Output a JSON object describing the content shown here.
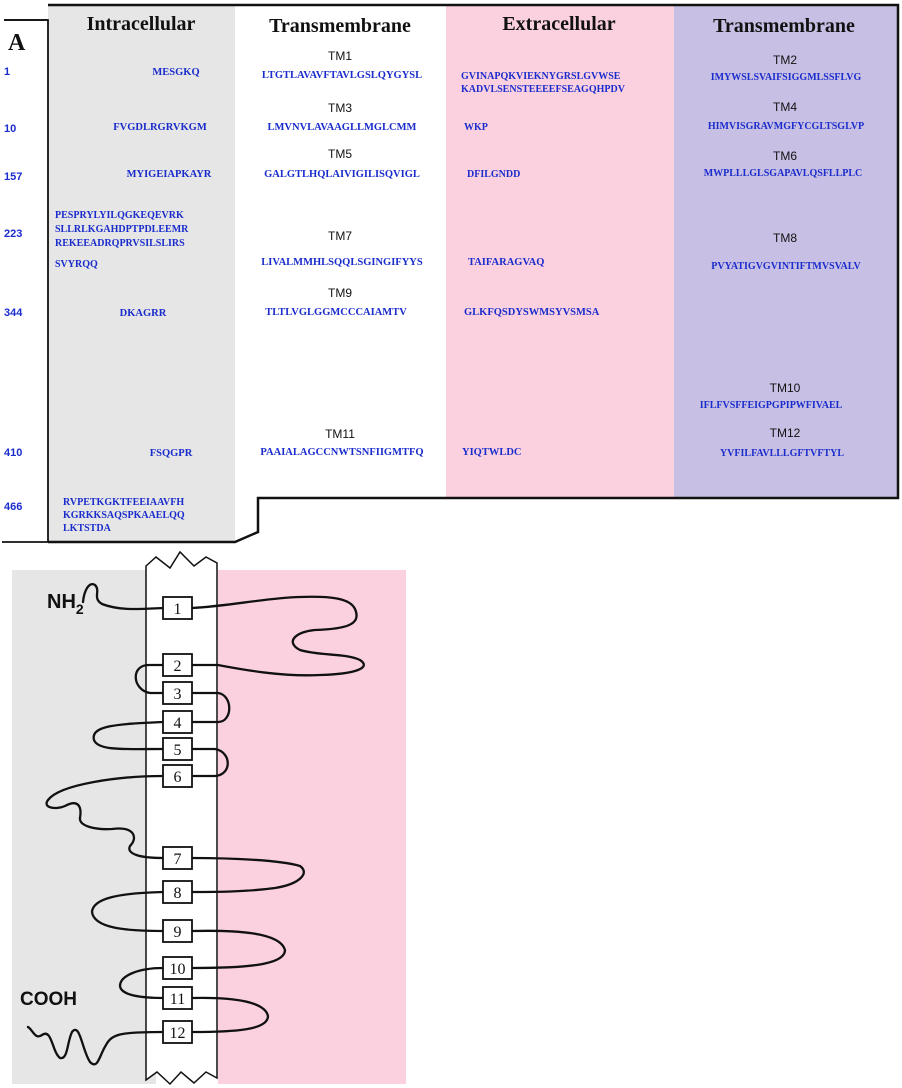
{
  "panel_label": "A",
  "headers": {
    "intracellular": "Intracellular",
    "transmembrane_1": "Transmembrane",
    "extracellular": "Extracellular",
    "transmembrane_2": "Transmembrane"
  },
  "rows": [
    {
      "num": "1",
      "intracellular": [
        "MESGKQ"
      ],
      "tm_a_label": "TM1",
      "tm_a_seq": "LTGTLAVAVFTAVLGSLQYGYSL",
      "extracellular": [
        "GVINAPQKVIEKNYGRSLGVWSE",
        "KADVLSENSTEEEEFSEAGQHPDV"
      ],
      "tm_b_label": "TM2",
      "tm_b_seq": "IMYWSLSVAIFSIGGMLSSFLVG"
    },
    {
      "num": "10",
      "intracellular": [
        "FVGDLRGRVKGM"
      ],
      "tm_a_label": "TM3",
      "tm_a_seq": "LMVNVLAVAAGLLMGLCMM",
      "extracellular": [
        "WKP"
      ],
      "tm_b_label": "TM4",
      "tm_b_seq": "HIMVISGRAVMGFYCGLTSGLVP"
    },
    {
      "num": "157",
      "intracellular": [
        "MYIGEIAPKAYR"
      ],
      "tm_a_label": "TM5",
      "tm_a_seq": "GALGTLHQLAIVIGILISQVIGL",
      "extracellular": [
        "DFILGNDD"
      ],
      "tm_b_label": "TM6",
      "tm_b_seq": "MWPLLLGLSGAPAVLQSFLLPLC"
    },
    {
      "num": "223",
      "intracellular": [
        "PESPRYLYILQGKEQEVRK",
        "SLLRLKGAHDPTPDLEEMR",
        "REKEEADRQPRVSILSLIRS",
        "SVYRQQ"
      ],
      "tm_a_label": "TM7",
      "tm_a_seq": "LIVALMMHLSQQLSGINGIFYYS",
      "extracellular": [
        "TAIFARAGVAQ"
      ],
      "tm_b_label": "TM8",
      "tm_b_seq": "PVYATIGVGVINTIFTMVSVALV"
    },
    {
      "num": "344",
      "intracellular": [
        "DKAGRR"
      ],
      "tm_a_label": "TM9",
      "tm_a_seq": "TLTLVGLGGMCCCAIAMTV",
      "extracellular": [
        "GLKFQSDYSWMSYVSMSA"
      ],
      "tm_b_label": "TM10",
      "tm_b_seq": "IFLFVSFFEIGPGPIPWFIVAEL"
    },
    {
      "num": "410",
      "intracellular": [
        "FSQGPR"
      ],
      "tm_a_label": "TM11",
      "tm_a_seq": "PAAIALAGCCNWTSNFIIGMTFQ",
      "extracellular": [
        "YIQTWLDC"
      ],
      "tm_b_label": "TM12",
      "tm_b_seq": "YVFILFAVLLLGFTVFTYL"
    },
    {
      "num": "466",
      "intracellular": [
        "RVPETKGKTFEEIAAVFH",
        "KGRKKSAQSPKAAELQQ",
        "LKTSTDA"
      ]
    }
  ],
  "topology": {
    "n_terminus": "NH",
    "n_terminus_sub": "2",
    "c_terminus": "COOH",
    "tm_numbers": [
      "1",
      "2",
      "3",
      "4",
      "5",
      "6",
      "7",
      "8",
      "9",
      "10",
      "11",
      "12"
    ]
  },
  "colors": {
    "intracellular": "#e6e6e6",
    "extracellular": "#fbd1e0",
    "transmembrane_2": "#c8c0e4",
    "sequence_text": "#1a2ccc"
  }
}
